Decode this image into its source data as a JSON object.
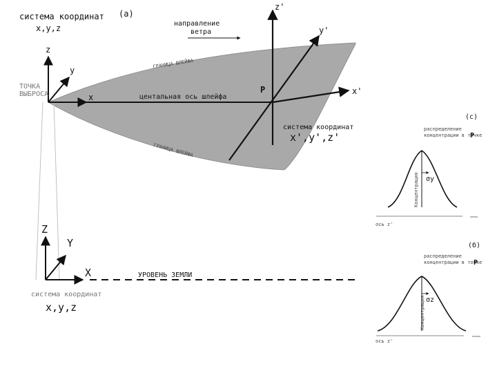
{
  "labels": {
    "source_system_title": "система координат",
    "source_system_axes": "x,y,z",
    "panel_a": "(а)",
    "wind_direction_line1": "направление",
    "wind_direction_line2": "ветра",
    "plume_system_z": "z'",
    "plume_system_y": "y'",
    "plume_system_x": "x'",
    "z_small": "z",
    "y_small": "y",
    "x_small": "x",
    "release_point_line1": "ТОЧКА",
    "release_point_line2": "ВЫБРОСА",
    "plume_boundary_top": "ГРАНИЦА ШЛЕЙФА",
    "plume_boundary_bottom": "ГРАНИЦА ШЛЕЙФА",
    "centerline": "центальная ось шлейфа",
    "point_p": "P",
    "plume_system_title": "система координат",
    "plume_system_axes": "x',y',z'",
    "ground_Z": "Z",
    "ground_Y": "Y",
    "ground_X": "X",
    "ground_level": "УРОВЕНЬ ЗЕМЛИ",
    "ground_system_title": "система координат",
    "ground_system_axes": "x,y,z",
    "panel_c": "(с)",
    "panel_c_desc_line1": "распределение",
    "panel_c_desc_line2": "концентрации в точке",
    "panel_c_p": "P",
    "panel_c_sigma": "σy",
    "panel_c_vlabel": "Концентрация",
    "panel_c_axis": "ось z'",
    "panel_b": "(б)",
    "panel_b_desc_line1": "распределение",
    "panel_b_desc_line2": "концентрации в точке",
    "panel_b_p": "P",
    "panel_b_sigma": "σz",
    "panel_b_vlabel": "Концентрация",
    "panel_b_axis": "ось z'"
  },
  "colors": {
    "plume_fill": "#a9a9a9",
    "ink": "#111111",
    "faint_text": "#777777"
  }
}
